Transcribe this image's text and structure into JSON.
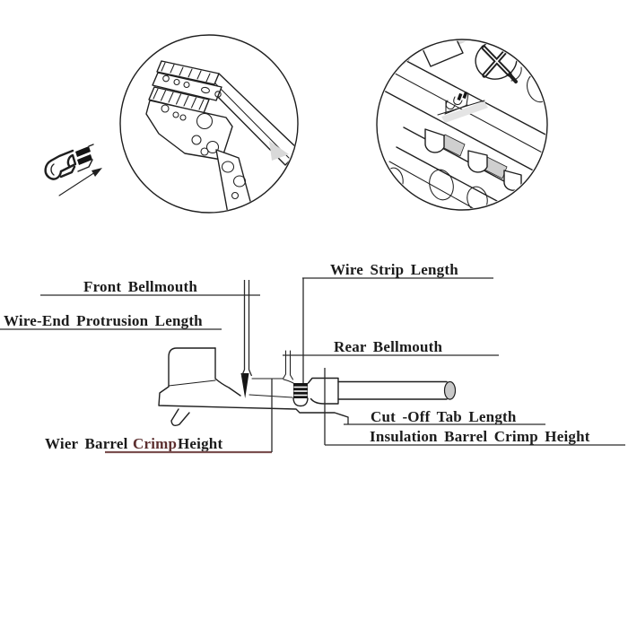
{
  "colors": {
    "line": "#1f1f1f",
    "dimension_line": "#2a2a2a",
    "label_text": "#1b1b1b",
    "accent_word": "#5c2f2f",
    "accent_underline": "#7a4f4f",
    "shade_light": "#d9d9d9",
    "shade_mid": "#c9c9c9",
    "background": "#ffffff"
  },
  "labels": {
    "wire_strip_length": "Wire Strip Length",
    "front_bellmouth": "Front Bellmouth",
    "wire_end_protrusion_length": "Wire-End Protrusion Length",
    "rear_bellmouth": "Rear Bellmouth",
    "cut_off_tab_length": "Cut -Off Tab Length",
    "insulation_barrel_crimp_height": "Insulation Barrel Crimp Height",
    "wire_barrel_crimp_height": {
      "part1": "Wier Barrel",
      "part2": "Crimp",
      "part3": "Height"
    }
  }
}
